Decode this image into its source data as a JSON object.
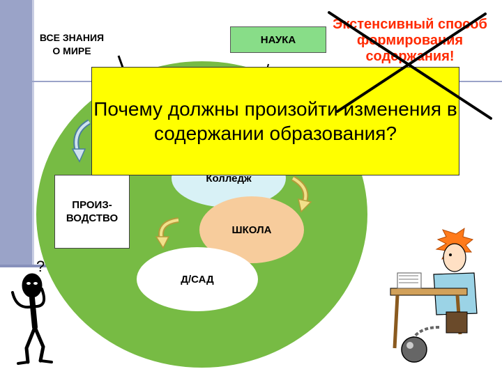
{
  "labels": {
    "all_knowledge": "ВСЕ ЗНАНИЯ О МИРЕ",
    "science": "НАУКА",
    "extensive": "Экстенсивный способ формирования содержания!",
    "production": "ПРОИЗ-ВОДСТВО",
    "college": "Колледж",
    "school": "ШКОЛА",
    "kindergarten": "Д/САД",
    "question": "Почему должны произойти изменения в содержании образования?",
    "thinker_mark": "?"
  },
  "colors": {
    "slide_bar": "#9aa3c8",
    "outer_ellipse": "#77bb44",
    "science_box": "#88dd88",
    "question_box": "#ffff00",
    "extensive_text": "#ff2a00",
    "college": "#d8f1f6",
    "school": "#f7cc9c",
    "kindergarten": "#ffffff",
    "cross": "#000000"
  },
  "icons": [
    "curved-arrow-icon",
    "thinking-stick-figure-icon",
    "chained-student-at-desk-icon",
    "cross-out-icon"
  ]
}
